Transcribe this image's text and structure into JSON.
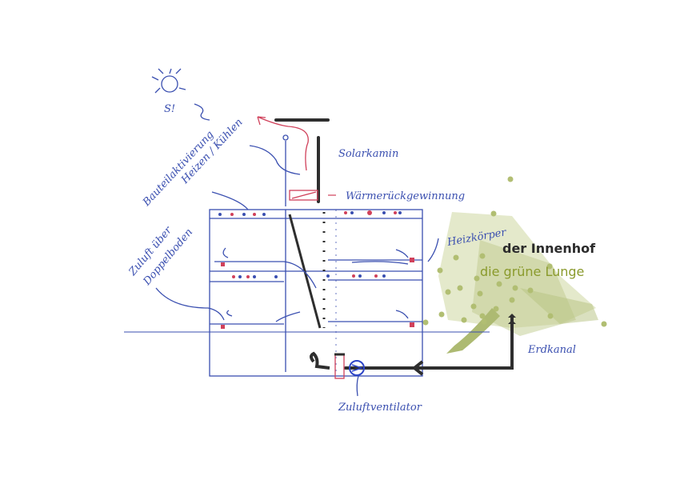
{
  "labels": {
    "sun_note": "S!",
    "component_activation": "Bauteilaktivierung",
    "heat_cool": "Heizen / Kühlen",
    "solar_chimney": "Solarkamin",
    "heat_recovery": "Wärmerückgewinnung",
    "radiator": "Heizkörper",
    "supply_air_1": "Zuluft über",
    "supply_air_2": "Doppelboden",
    "earth_duct": "Erdkanal",
    "supply_fan": "Zuluftventilator"
  },
  "courtyard": {
    "title": "der Innenhof",
    "subtitle": "die grüne Lunge"
  },
  "colors": {
    "ink_blue": "#3a4fb0",
    "ink_red": "#d0405a",
    "ink_black": "#2e2e2e",
    "green": "#8a9a2c"
  }
}
